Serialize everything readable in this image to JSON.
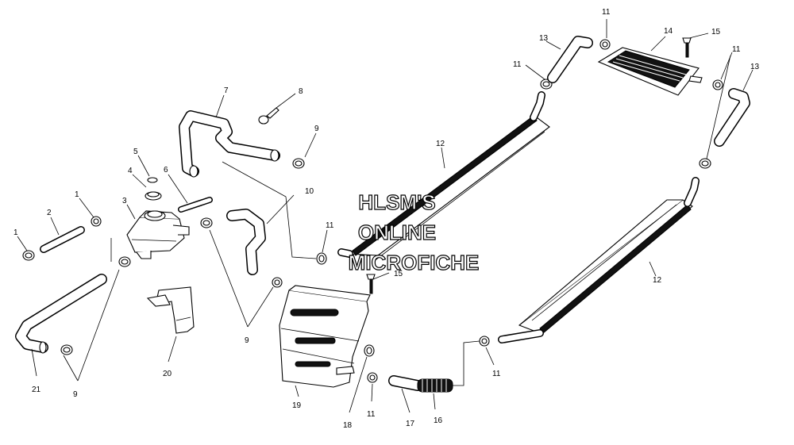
{
  "watermark": {
    "line1": "HLSM'S",
    "line2": "ONLINE",
    "line3": "MICROFICHE"
  },
  "callouts": [
    {
      "key": "c1a",
      "label": "1"
    },
    {
      "key": "c1b",
      "label": "1"
    },
    {
      "key": "c2",
      "label": "2"
    },
    {
      "key": "c3",
      "label": "3"
    },
    {
      "key": "c4",
      "label": "4"
    },
    {
      "key": "c5",
      "label": "5"
    },
    {
      "key": "c6",
      "label": "6"
    },
    {
      "key": "c7",
      "label": "7"
    },
    {
      "key": "c8",
      "label": "8"
    },
    {
      "key": "c9a",
      "label": "9"
    },
    {
      "key": "c9b",
      "label": "9"
    },
    {
      "key": "c9c",
      "label": "9"
    },
    {
      "key": "c10",
      "label": "10"
    },
    {
      "key": "c11a",
      "label": "11"
    },
    {
      "key": "c11b",
      "label": "11"
    },
    {
      "key": "c11c",
      "label": "11"
    },
    {
      "key": "c11d",
      "label": "11"
    },
    {
      "key": "c11e",
      "label": "11"
    },
    {
      "key": "c11f",
      "label": "11"
    },
    {
      "key": "c12a",
      "label": "12"
    },
    {
      "key": "c12b",
      "label": "12"
    },
    {
      "key": "c13a",
      "label": "13"
    },
    {
      "key": "c13b",
      "label": "13"
    },
    {
      "key": "c14",
      "label": "14"
    },
    {
      "key": "c15a",
      "label": "15"
    },
    {
      "key": "c15b",
      "label": "15"
    },
    {
      "key": "c16",
      "label": "16"
    },
    {
      "key": "c17",
      "label": "17"
    },
    {
      "key": "c18",
      "label": "18"
    },
    {
      "key": "c19",
      "label": "19"
    },
    {
      "key": "c20",
      "label": "20"
    },
    {
      "key": "c21",
      "label": "21"
    }
  ]
}
